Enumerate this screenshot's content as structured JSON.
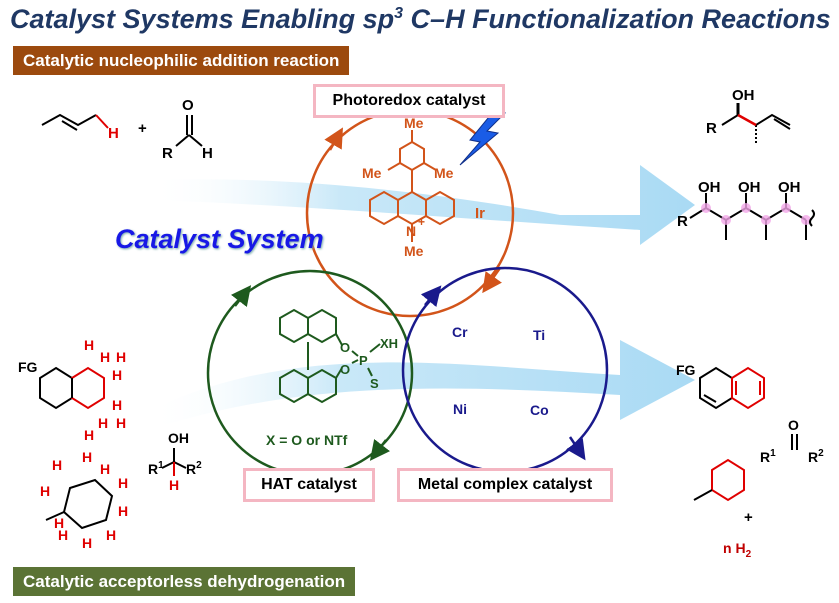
{
  "title": {
    "main": "Catalyst Systems Enabling sp",
    "sup": "3",
    "rest": " C–H Functionalization Reactions"
  },
  "banners": {
    "top": "Catalytic nucleophilic addition reaction",
    "bottom": "Catalytic acceptorless dehydrogenation"
  },
  "center_label": "Catalyst System",
  "catalyst_labels": {
    "photoredox": "Photoredox catalyst",
    "hat": "HAT catalyst",
    "metal": "Metal complex catalyst"
  },
  "photoredox": {
    "me_top": "Me",
    "me_left": "Me",
    "me_right": "Me",
    "n": "N",
    "n_charge": "+",
    "me_n": "Me",
    "ir": "Ir"
  },
  "hat": {
    "o1": "O",
    "o2": "O",
    "p": "P",
    "xh": "XH",
    "s": "S",
    "condition": "X = O or NTf"
  },
  "metals": {
    "cr": "Cr",
    "ti": "Ti",
    "ni": "Ni",
    "co": "Co"
  },
  "molecules": {
    "plus1": "+",
    "aldehyde_o": "O",
    "aldehyde_r": "R",
    "aldehyde_h": "H",
    "butene_h": "H",
    "prod1_oh": "OH",
    "prod1_r": "R",
    "poly_oh": [
      "OH",
      "OH",
      "OH"
    ],
    "poly_r": "R",
    "fg_left": "FG",
    "fg_right": "FG",
    "tetralin_h": [
      "H",
      "H",
      "H",
      "H",
      "H",
      "H",
      "H",
      "H"
    ],
    "alcohol_oh": "OH",
    "alcohol_r1": "R",
    "alcohol_r1_sub": "1",
    "alcohol_r2": "R",
    "alcohol_r2_sub": "2",
    "alcohol_h": "H",
    "mch_h": [
      "H",
      "H",
      "H",
      "H",
      "H",
      "H",
      "H",
      "H",
      "H",
      "H"
    ],
    "ketone_o": "O",
    "ketone_r1": "R",
    "ketone_r1_sub": "1",
    "ketone_r2": "R",
    "ketone_r2_sub": "2",
    "plus2": "+",
    "h2": "n H",
    "h2_sub": "2"
  },
  "colors": {
    "title": "#1F3864",
    "banner_top": "#9C4A0E",
    "banner_bottom": "#5B7335",
    "photoredox_cycle": "#D2541A",
    "hat_cycle": "#1E5A1E",
    "metal_cycle": "#1A1A8C",
    "label_border": "#F4B6C2",
    "flow_arrow": "#BFE3F7",
    "highlight_red": "#E00000",
    "stereo_dot": "#F2A6E8"
  }
}
